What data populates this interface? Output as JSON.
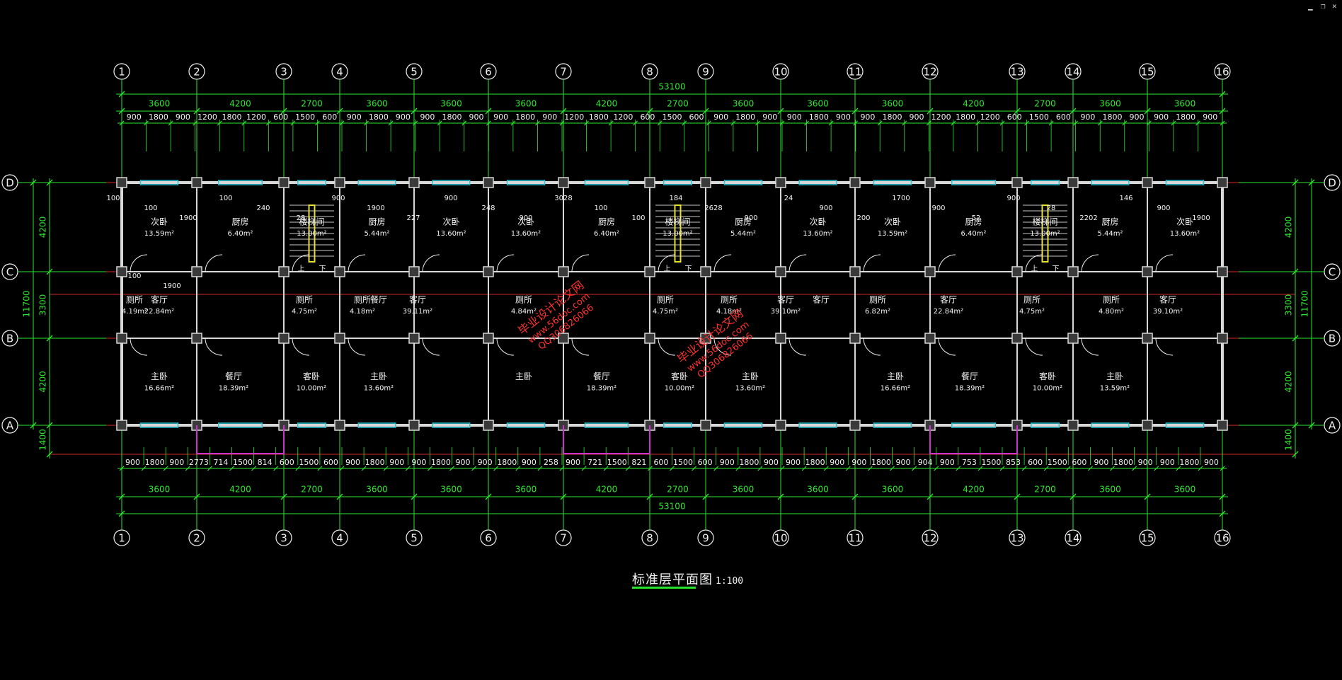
{
  "window": {
    "minimize_glyph": "▁",
    "restore_glyph": "❐",
    "close_glyph": "✕"
  },
  "drawing": {
    "title": "标准层平面图",
    "scale": "1:100",
    "column_axes": [
      "1",
      "2",
      "3",
      "4",
      "5",
      "6",
      "7",
      "8",
      "9",
      "10",
      "11",
      "12",
      "13",
      "14",
      "15",
      "16"
    ],
    "row_axes": [
      "D",
      "C",
      "B",
      "A"
    ],
    "overall_length": "53100",
    "overall_depth": "11700",
    "bays_top": [
      "3600",
      "4200",
      "2700",
      "3600",
      "3600",
      "3600",
      "4200",
      "2700",
      "3600",
      "3600",
      "3600",
      "4200",
      "2700",
      "3600",
      "3600"
    ],
    "bays_bottom": [
      "3600",
      "4200",
      "2700",
      "3600",
      "3600",
      "3600",
      "4200",
      "2700",
      "3600",
      "3600",
      "3600",
      "4200",
      "2700",
      "3600",
      "3600"
    ],
    "row_spans": [
      "4200",
      "3300",
      "4200"
    ],
    "bottom_extension": "1400",
    "openings_top": [
      "900",
      "1800",
      "900",
      "1200",
      "1800",
      "1200",
      "600",
      "1500",
      "600",
      "900",
      "1800",
      "900",
      "900",
      "1800",
      "900",
      "900",
      "1800",
      "900",
      "1200",
      "1800",
      "1200",
      "600",
      "1500",
      "600",
      "900",
      "1800",
      "900",
      "900",
      "1800",
      "900",
      "900",
      "1800",
      "900",
      "1200",
      "1800",
      "1200",
      "600",
      "1500",
      "600",
      "900",
      "1800",
      "900",
      "900",
      "1800",
      "900"
    ],
    "openings_bottom": [
      "900",
      "1800",
      "900",
      "2773",
      "714",
      "1500",
      "814",
      "600",
      "1500",
      "600",
      "900",
      "1800",
      "900",
      "900",
      "1800",
      "900",
      "900",
      "1800",
      "900",
      "258",
      "900",
      "721",
      "1500",
      "821",
      "600",
      "1500",
      "600",
      "900",
      "1800",
      "900",
      "900",
      "1800",
      "900",
      "900",
      "1800",
      "900",
      "904",
      "900",
      "753",
      "1500",
      "853",
      "600",
      "1500",
      "600",
      "900",
      "1800",
      "900",
      "900",
      "1800",
      "900"
    ],
    "rooms": [
      {
        "name": "次卧",
        "area": "13.59m²"
      },
      {
        "name": "厨房",
        "area": "6.40m²"
      },
      {
        "name": "楼梯间",
        "area": "13.00m²"
      },
      {
        "name": "厨房",
        "area": "5.44m²"
      },
      {
        "name": "次卧",
        "area": "13.60m²"
      },
      {
        "name": "次卧",
        "area": "13.60m²"
      },
      {
        "name": "厨房",
        "area": "6.40m²"
      },
      {
        "name": "楼梯间",
        "area": "13.00m²"
      },
      {
        "name": "厨房",
        "area": "5.44m²"
      },
      {
        "name": "次卧",
        "area": "13.60m²"
      },
      {
        "name": "次卧",
        "area": "13.59m²"
      },
      {
        "name": "厨房",
        "area": "6.40m²"
      },
      {
        "name": "楼梯间",
        "area": "13.00m²"
      },
      {
        "name": "厨房",
        "area": "5.44m²"
      },
      {
        "name": "次卧",
        "area": "13.60m²"
      },
      {
        "name": "客厅",
        "area": "22.84m²"
      },
      {
        "name": "餐厅",
        "area": ""
      },
      {
        "name": "厕所",
        "area": "4.84m²"
      },
      {
        "name": "客厅",
        "area": ""
      },
      {
        "name": "客厅",
        "area": "22.84m²"
      },
      {
        "name": "厕所",
        "area": "4.19m²"
      },
      {
        "name": "厕所",
        "area": "4.75m²"
      },
      {
        "name": "厕所",
        "area": "4.18m²"
      },
      {
        "name": "客厅",
        "area": "39.11m²"
      },
      {
        "name": "厕所",
        "area": "4.75m²"
      },
      {
        "name": "厕所",
        "area": "4.18m²"
      },
      {
        "name": "客厅",
        "area": "39.10m²"
      },
      {
        "name": "厕所",
        "area": "6.82m²"
      },
      {
        "name": "厕所",
        "area": "4.75m²"
      },
      {
        "name": "厕所",
        "area": "4.80m²"
      },
      {
        "name": "客厅",
        "area": "39.10m²"
      },
      {
        "name": "主卧",
        "area": "16.66m²"
      },
      {
        "name": "餐厅",
        "area": "18.39m²"
      },
      {
        "name": "客卧",
        "area": "10.00m²"
      },
      {
        "name": "主卧",
        "area": "13.60m²"
      },
      {
        "name": "主卧",
        "area": ""
      },
      {
        "name": "餐厅",
        "area": "18.39m²"
      },
      {
        "name": "客卧",
        "area": "10.00m²"
      },
      {
        "name": "主卧",
        "area": "13.60m²"
      },
      {
        "name": "主卧",
        "area": "16.66m²"
      },
      {
        "name": "餐厅",
        "area": "18.39m²"
      },
      {
        "name": "客卧",
        "area": "10.00m²"
      },
      {
        "name": "主卧",
        "area": "13.59m²"
      }
    ],
    "stair_marks": [
      "上",
      "下"
    ],
    "dim_notes": [
      "100",
      "100",
      "1900",
      "100",
      "240",
      "28",
      "900",
      "1900",
      "227",
      "900",
      "248",
      "900",
      "3028",
      "100",
      "100",
      "184",
      "2628",
      "900",
      "24",
      "900",
      "200",
      "1700",
      "900",
      "52",
      "900",
      "28",
      "2202",
      "146",
      "900",
      "1900",
      "100",
      "1900"
    ],
    "watermarks": [
      {
        "site": "毕业设计论文网",
        "url": "www.56doc.com",
        "qq": "QQ306826066"
      },
      {
        "site": "毕业设计论文网",
        "url": "www.56doc.com",
        "qq": "QQ306826066"
      }
    ]
  },
  "colors": {
    "background": "#000000",
    "dim": "#2ee62e",
    "axis": "#f0f0f0",
    "grid": "#d42a2a",
    "wall": "#d8d8d8",
    "window": "#27c7d8",
    "door": "#f0f0f0",
    "magenta": "#cc33cc",
    "stair": "#e8e030",
    "watermark": "#ff3030",
    "text": "#f2f2f2"
  }
}
